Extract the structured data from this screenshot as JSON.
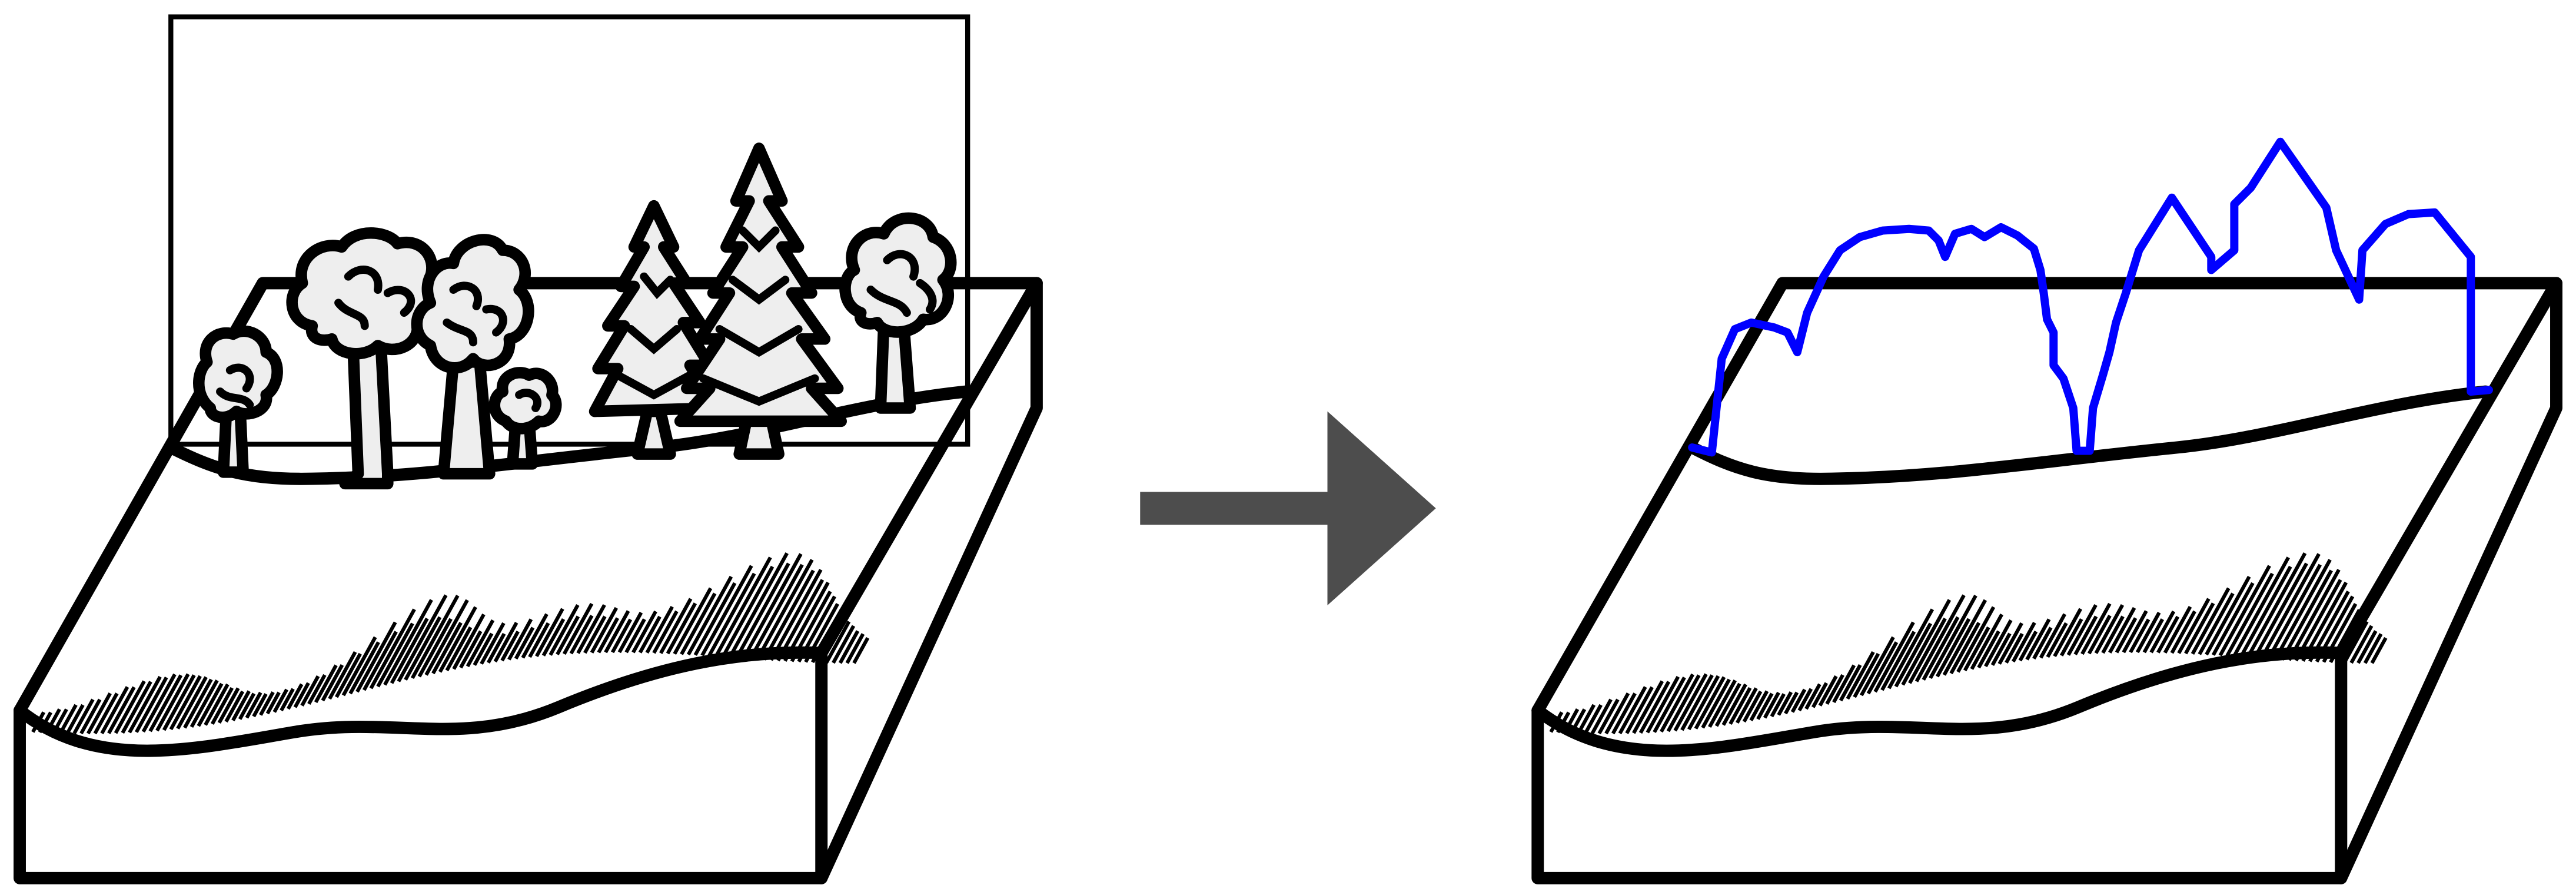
{
  "diagram": {
    "left_panel": {
      "content": "terrain-block-with-trees"
    },
    "arrow": {
      "direction": "right",
      "color": "#4d4d4d"
    },
    "right_panel": {
      "content": "terrain-block-with-canopy-outline",
      "outline_color": "#0000ff"
    }
  },
  "colors": {
    "line": "#000000",
    "tree_fill": "#eeeeee",
    "arrow": "#4d4d4d",
    "canopy_outline": "#0000ff",
    "background": "#ffffff"
  }
}
